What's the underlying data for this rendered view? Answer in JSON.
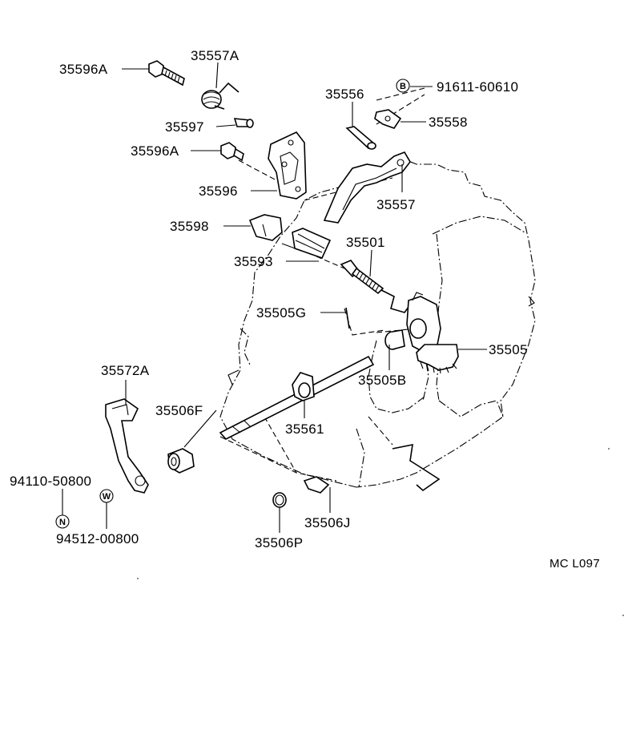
{
  "diagram": {
    "code": "MC  L097",
    "parts": {
      "p35596A_top": "35596A",
      "p35557A": "35557A",
      "p35597": "35597",
      "p35596A_mid": "35596A",
      "p35596": "35596",
      "p35598": "35598",
      "p35593": "35593",
      "p35556": "35556",
      "p91611": "91611-60610",
      "p35558": "35558",
      "p35557": "35557",
      "p35501": "35501",
      "p35505G": "35505G",
      "p35505": "35505",
      "p35505B": "35505B",
      "p35572A": "35572A",
      "p35506F": "35506F",
      "p35561": "35561",
      "p94110": "94110-50800",
      "p94512": "94512-00800",
      "p35506J": "35506J",
      "p35506P": "35506P"
    },
    "markers": {
      "b": "B",
      "n": "N",
      "w": "W"
    }
  }
}
